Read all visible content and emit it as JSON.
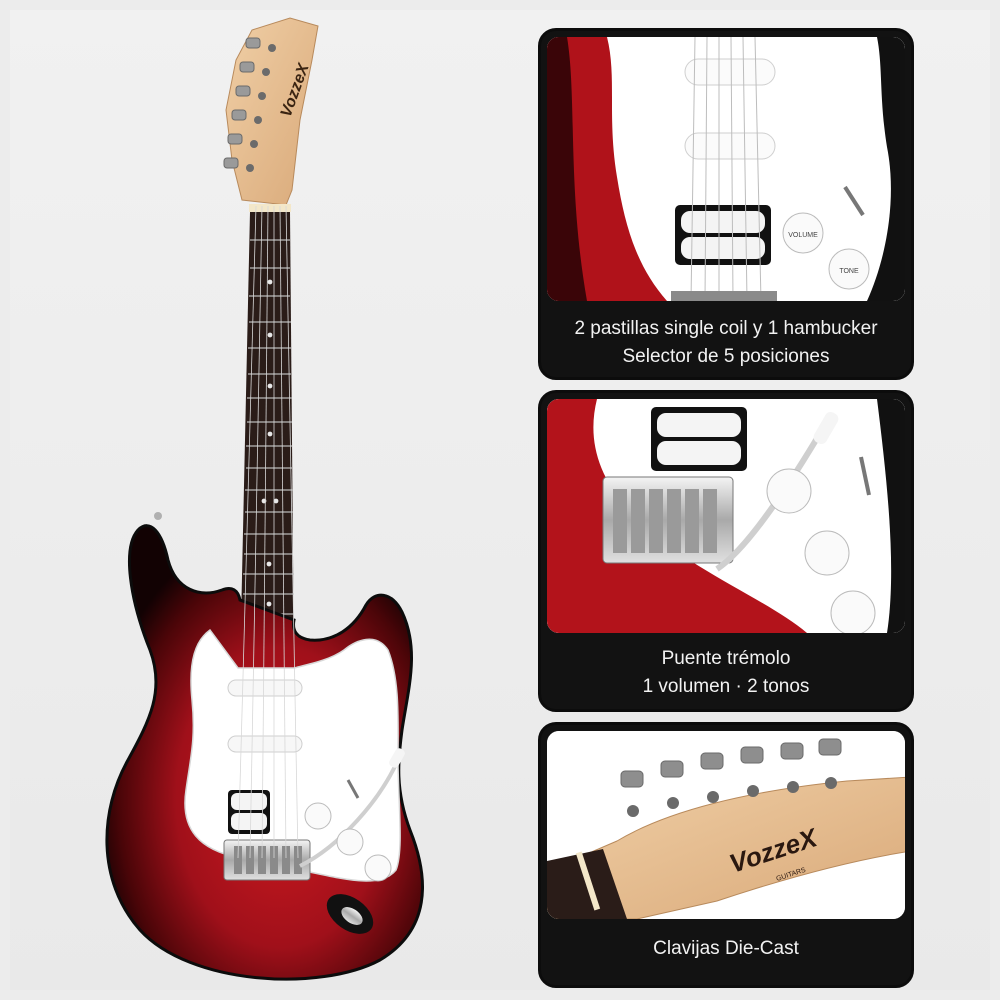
{
  "brand": {
    "logo_text": "VozzeX",
    "logo_sub": "GUITARS"
  },
  "guitar": {
    "knob_volume": "VOLUME",
    "knob_tone": "TONE"
  },
  "features": [
    {
      "line1": "2 pastillas single coil y 1 hambucker",
      "line2": "Selector de 5 posiciones"
    },
    {
      "line1": "Puente trémolo",
      "line2": "1 volumen · 2 tonos"
    },
    {
      "line1": "Clavijas Die-Cast",
      "line2": ""
    }
  ],
  "colors": {
    "body_red": "#b0121a",
    "body_burst": "#1a0305",
    "pickguard": "#ffffff",
    "maple": "#e2b98a",
    "rosewood": "#2a1c18",
    "chrome": "#c9c9c9",
    "card_bg": "#121212"
  }
}
